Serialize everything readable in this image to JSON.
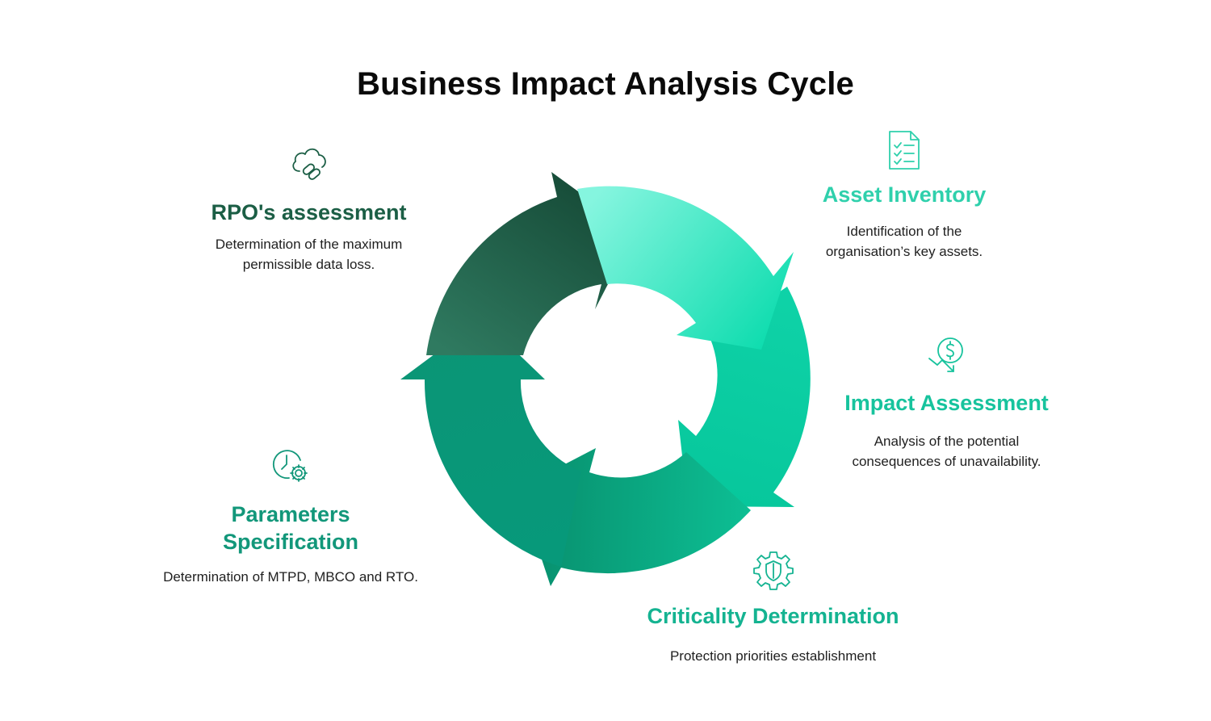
{
  "title": "Business Impact Analysis Cycle",
  "colors": {
    "dark_green": "#1b5e45",
    "teal_light": "#2fd0ac",
    "teal": "#17c39d",
    "green_mid": "#12977a",
    "arrow_dark": "#1a5a40",
    "arrow_light": "#7df2d8"
  },
  "steps": [
    {
      "id": "rpo",
      "icon": "cloud-link-icon",
      "heading": "RPO's assessment",
      "description_lines": [
        "Determination of the maximum",
        "permissible data loss."
      ]
    },
    {
      "id": "asset",
      "icon": "checklist-document-icon",
      "heading": "Asset Inventory",
      "description_lines": [
        "Identification of the",
        "organisation’s key assets."
      ]
    },
    {
      "id": "impact",
      "icon": "dollar-decline-icon",
      "heading": "Impact Assessment",
      "description_lines": [
        "Analysis of the potential",
        "consequences of unavailability."
      ]
    },
    {
      "id": "criticality",
      "icon": "gear-shield-icon",
      "heading": "Criticality Determination",
      "description_lines": [
        "Protection priorities establishment"
      ]
    },
    {
      "id": "params",
      "icon": "clock-gear-icon",
      "heading_lines": [
        "Parameters",
        "Specification"
      ],
      "description_lines": [
        "Determination of MTPD, MBCO and RTO."
      ]
    }
  ]
}
